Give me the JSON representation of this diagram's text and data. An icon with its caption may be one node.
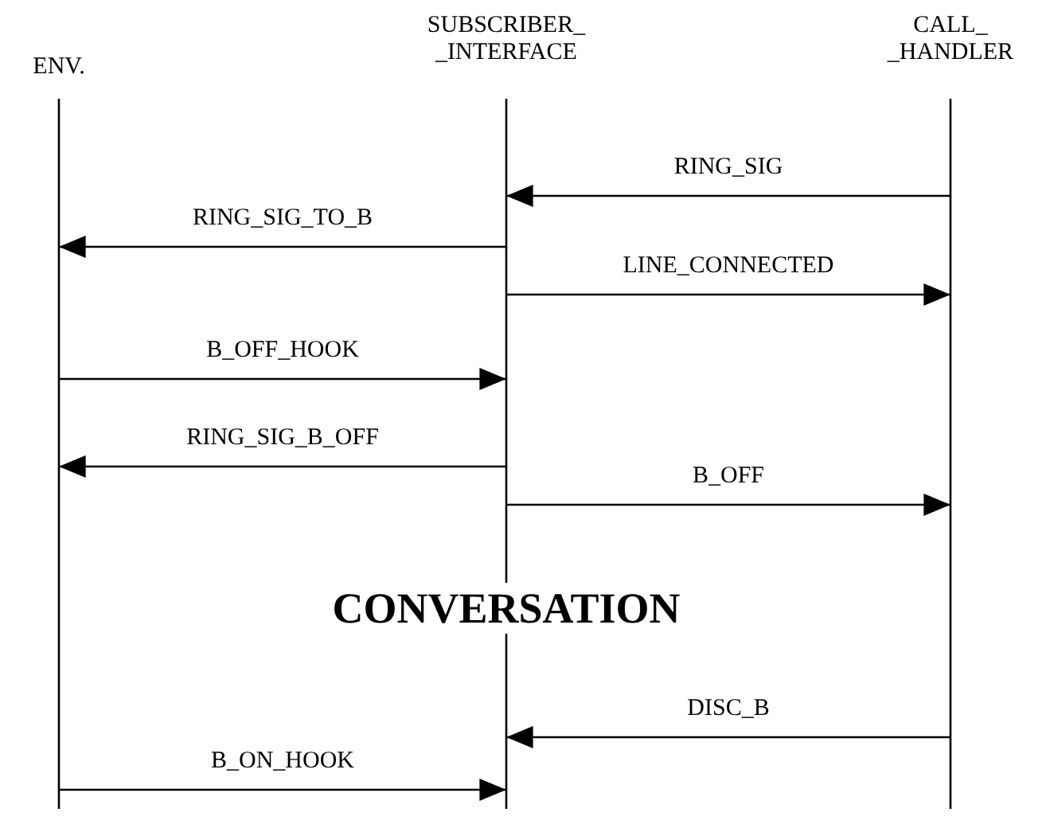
{
  "diagram": {
    "nodes": [
      {
        "text": [
          "ENV."
        ]
      },
      {
        "text": [
          "SUBSCRIBER_ _INTERFACE"
        ]
      },
      {
        "text": [
          "CALL_ _HANDLER"
        ]
      }
    ],
    "edges": [
      {
        "from": 2,
        "to": 1,
        "arrow": "to",
        "label": "RING_SIG"
      },
      {
        "from": 1,
        "to": 0,
        "arrow": "to",
        "label": "RING_SIG_TO_B"
      },
      {
        "from": 1,
        "to": 2,
        "arrow": "to",
        "label": "LINE_CONNECTED"
      },
      {
        "from": 0,
        "to": 1,
        "arrow": "to",
        "label": "B_OFF_HOOK"
      },
      {
        "from": 1,
        "to": 0,
        "arrow": "to",
        "label": "RING_SIG_B_OFF"
      },
      {
        "from": 1,
        "to": 2,
        "arrow": "to",
        "label": "B_OFF"
      },
      {
        "from": 2,
        "to": 1,
        "arrow": "to",
        "label": "DISC_B"
      },
      {
        "from": 0,
        "to": 1,
        "arrow": "to",
        "label": "B_ON_HOOK"
      }
    ],
    "labels": [
      "CONVERSATION"
    ]
  }
}
